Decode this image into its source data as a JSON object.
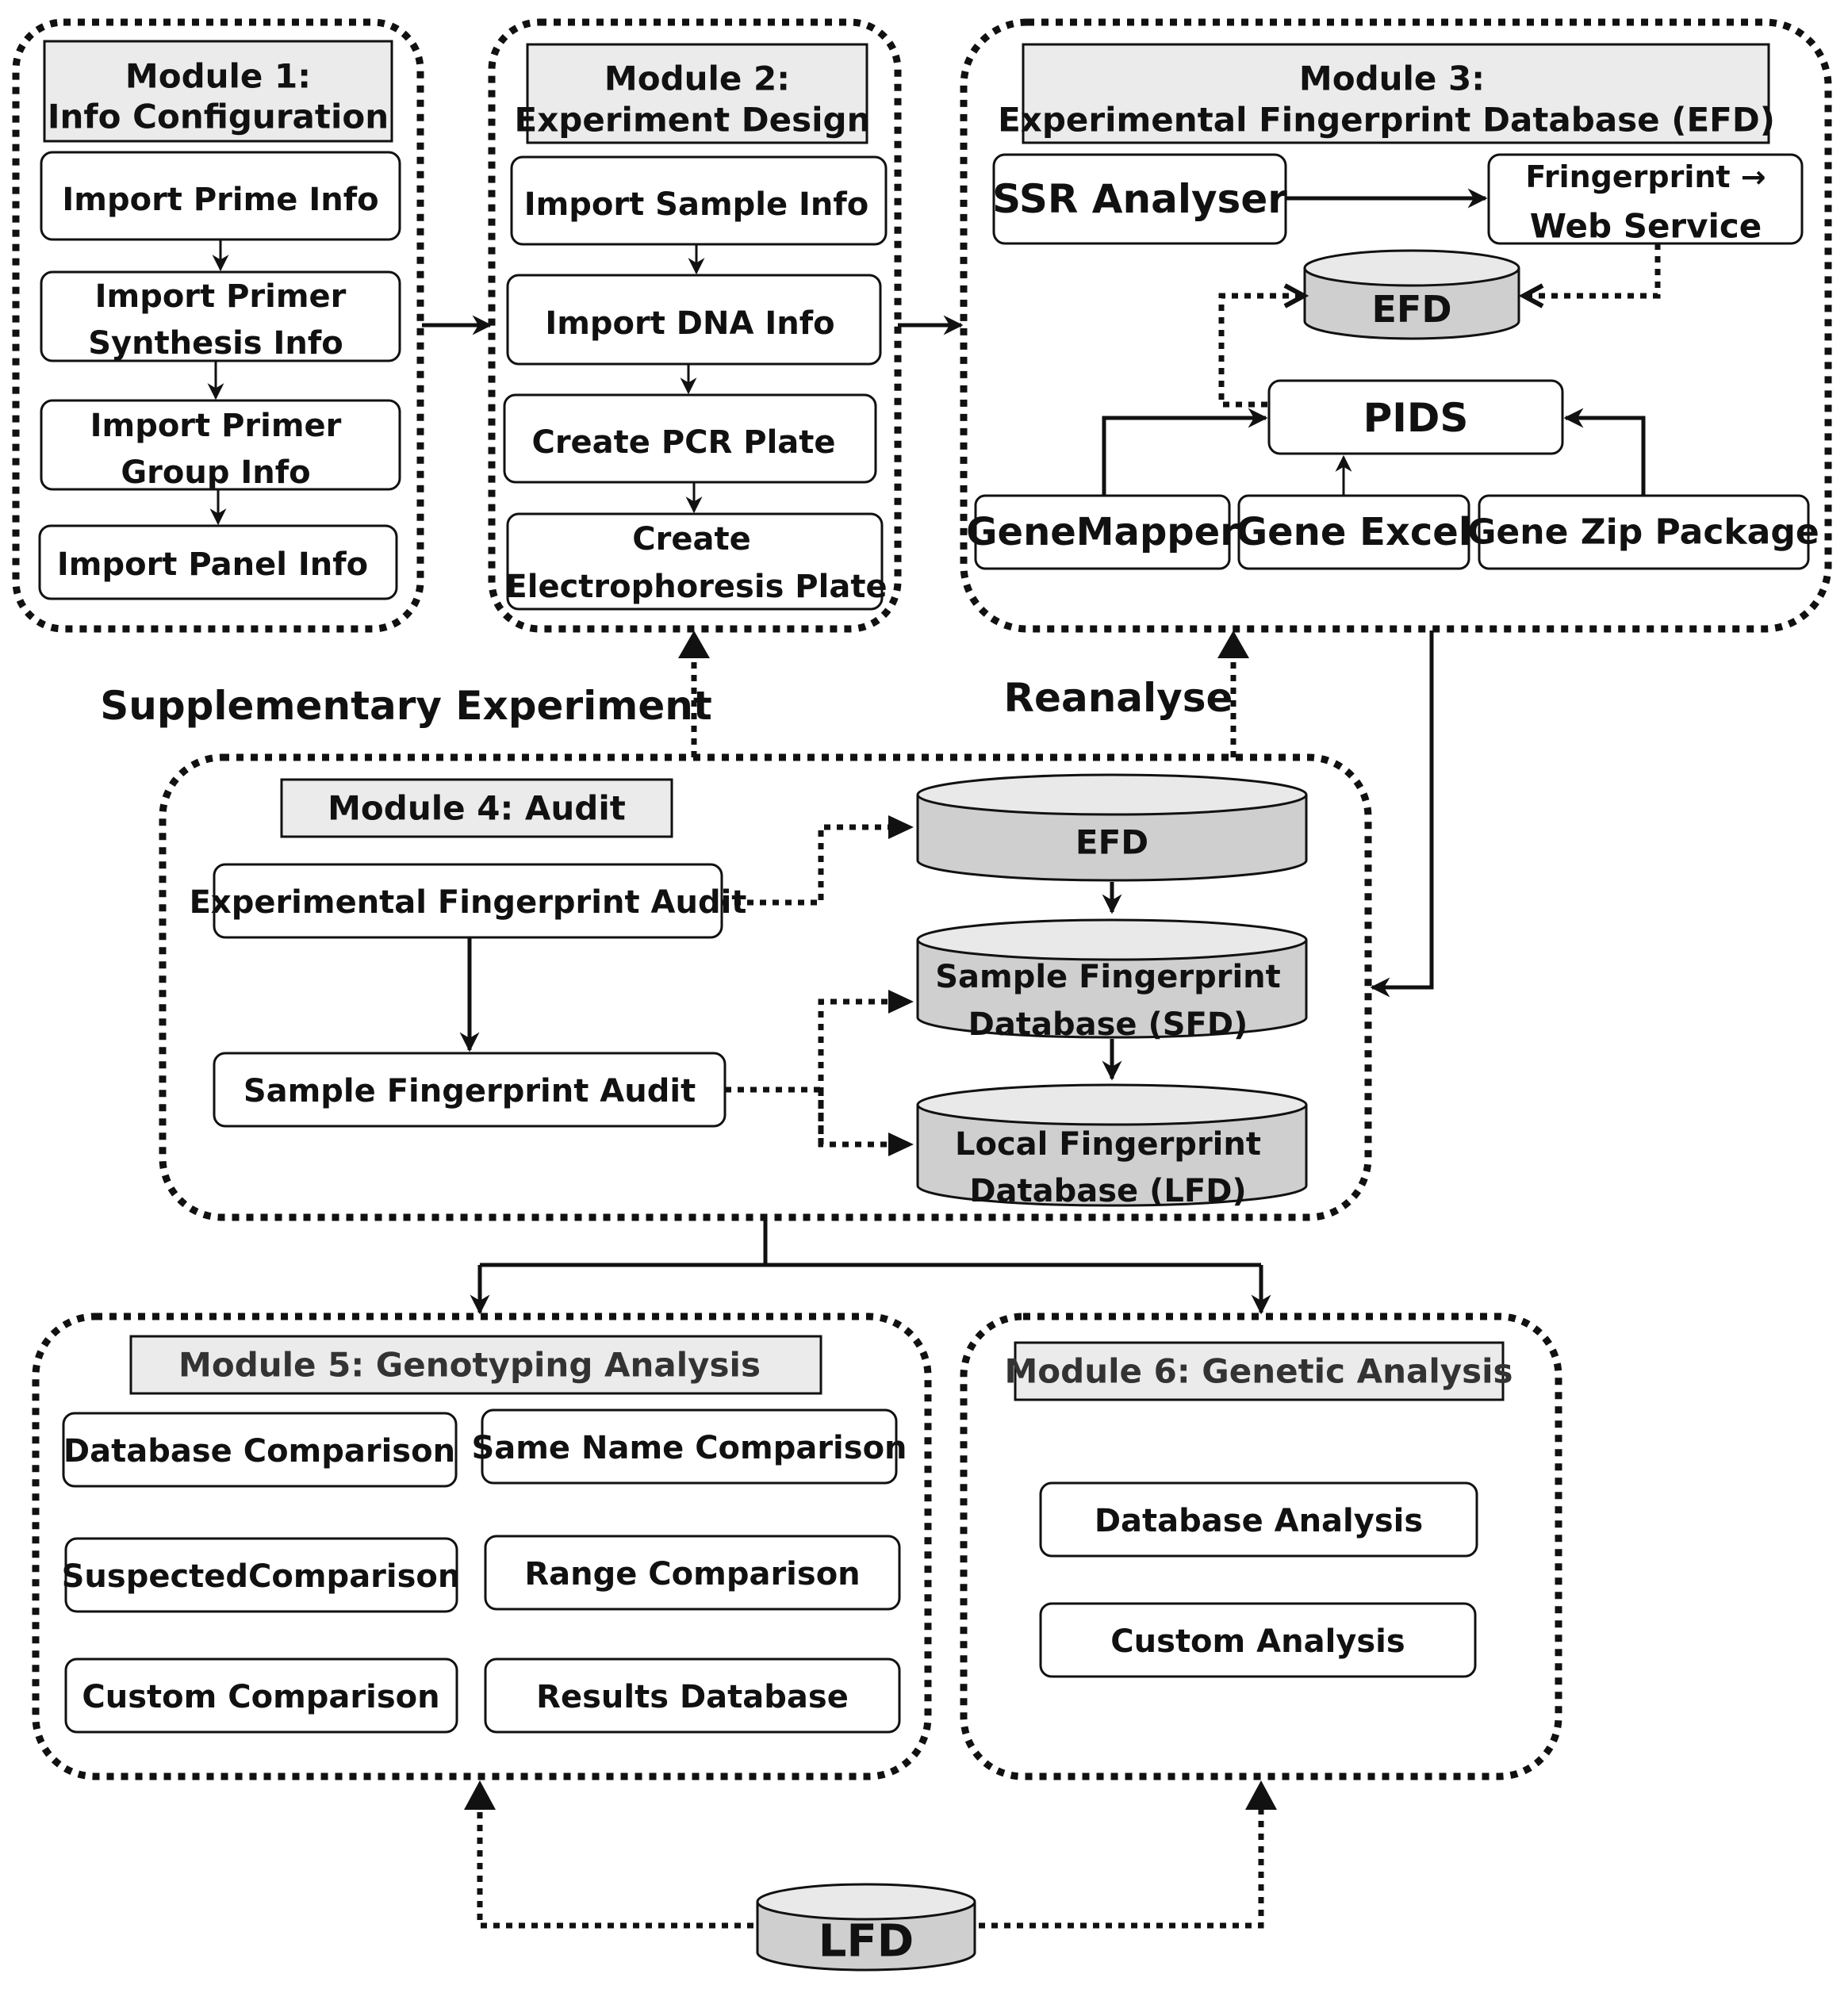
{
  "modules": {
    "m1": {
      "title_line1": "Module 1:",
      "title_line2": "Info Configuration",
      "items": [
        [
          "Import Prime Info"
        ],
        [
          "Import Primer",
          "Synthesis Info"
        ],
        [
          "Import Primer",
          "Group Info"
        ],
        [
          "Import Panel Info"
        ]
      ]
    },
    "m2": {
      "title_line1": "Module 2:",
      "title_line2": "Experiment Design",
      "items": [
        [
          "Import Sample Info"
        ],
        [
          "Import DNA Info"
        ],
        [
          "Create PCR Plate"
        ],
        [
          "Create",
          "Electrophoresis Plate"
        ]
      ]
    },
    "m3": {
      "title_line1": "Module 3:",
      "title_line2": "Experimental Fingerprint Database (EFD)",
      "ssr": "SSR Analyser",
      "webservice_line1": "Fringerprint →",
      "webservice_line2": "Web Service",
      "efd": "EFD",
      "pids": "PIDS",
      "genemapper": "GeneMapper",
      "gene_excel": "Gene Excel",
      "gene_zip": "Gene Zip Package"
    },
    "m4": {
      "title": "Module 4: Audit",
      "exp_audit": "Experimental Fingerprint Audit",
      "sample_audit": "Sample Fingerprint Audit",
      "efd": "EFD",
      "sfd_line1": "Sample Fingerprint",
      "sfd_line2": "Database (SFD)",
      "lfd_line1": "Local Fingerprint",
      "lfd_line2": "Database (LFD)"
    },
    "m5": {
      "title": "Module 5: Genotyping Analysis",
      "items": [
        "Database Comparison",
        "Same Name Comparison",
        "SuspectedComparison",
        "Range Comparison",
        "Custom Comparison",
        "Results Database"
      ]
    },
    "m6": {
      "title": "Module 6: Genetic Analysis",
      "items": [
        "Database Analysis",
        "Custom Analysis"
      ]
    }
  },
  "labels": {
    "supplementary": "Supplementary Experiment",
    "reanalyse": "Reanalyse",
    "lfd": "LFD"
  }
}
